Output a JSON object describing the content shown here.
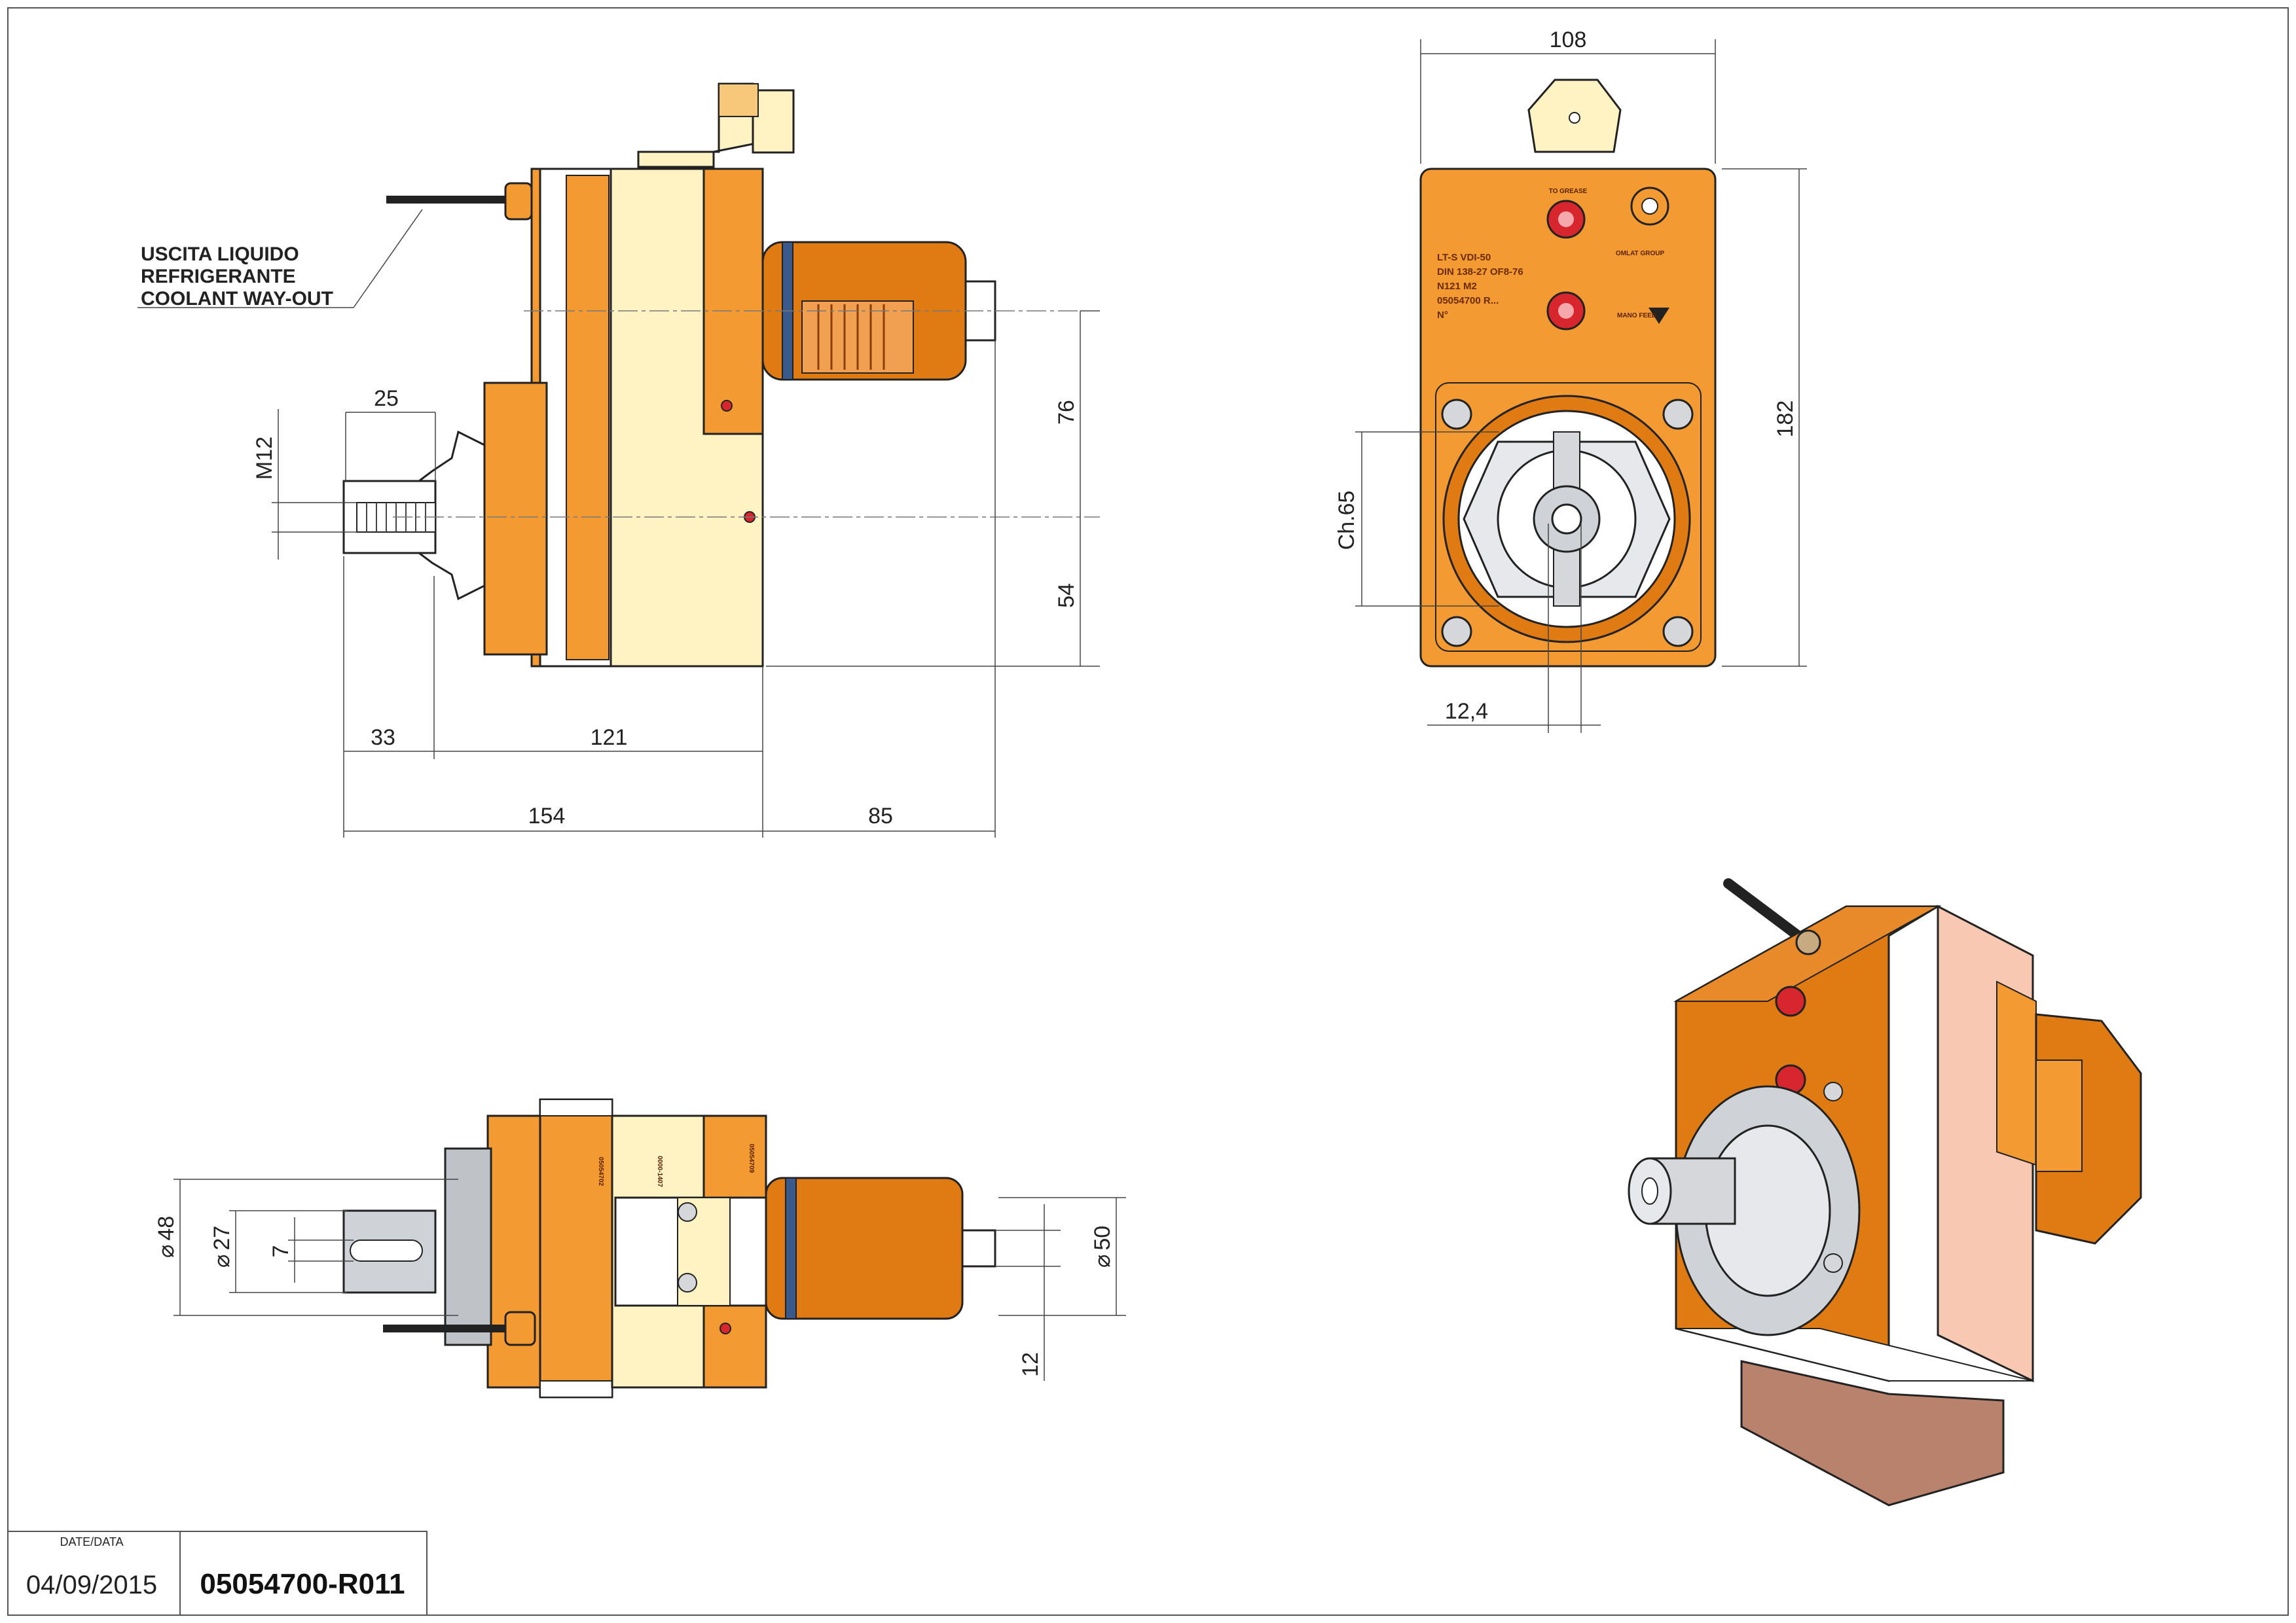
{
  "drawing": {
    "note_lines": [
      "USCITA LIQUIDO",
      "REFRIGERANTE",
      "COOLANT WAY-OUT"
    ],
    "dimensions": {
      "top_left_view": {
        "d25": "25",
        "m12": "M12",
        "d76": "76",
        "d54": "54",
        "d33": "33",
        "d121": "121",
        "d154": "154",
        "d85": "85"
      },
      "front_view": {
        "d108": "108",
        "d182": "182",
        "ch65": "Ch.65",
        "d12_4": "12,4"
      },
      "bottom_view": {
        "phi48": "48",
        "phi27": "27",
        "d7": "7",
        "phi50": "50",
        "d12": "12",
        "diameter_symbol": "⌀"
      }
    },
    "nameplate": {
      "to_grease": "TO GREASE",
      "lines": [
        "LT-S VDI-50",
        "DIN 138-27 OF8-76",
        "N121 M2",
        "05054700 R...",
        "N°"
      ],
      "manual_feed": "MANO  FEED",
      "logo": "OMLAT GROUP"
    },
    "part_marks": [
      "05054702",
      "0000-1407",
      "05054709"
    ]
  },
  "title_block": {
    "date_label": "DATE/DATA",
    "date": "04/09/2015",
    "code": "05054700-R011"
  },
  "colors": {
    "orange": "#f39a33",
    "dark_orange": "#e07a12",
    "cream": "#fff3c4",
    "light_orange": "#f7c77a",
    "red": "#d8262e",
    "grey": "#bfc3c8",
    "shadow": "#b9826c"
  }
}
